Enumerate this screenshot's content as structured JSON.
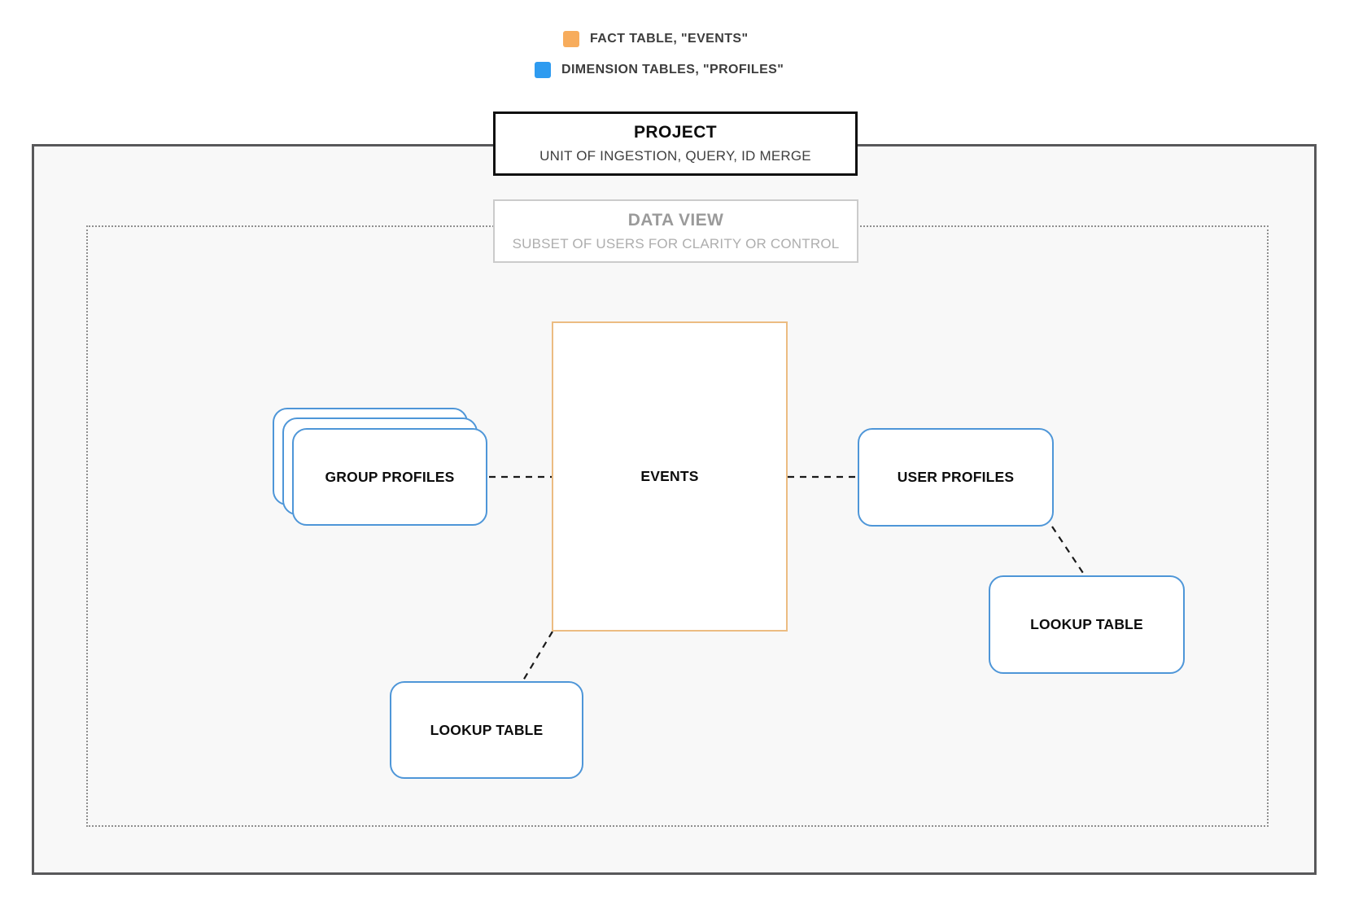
{
  "legend": {
    "items": [
      {
        "id": "fact",
        "label": "FACT TABLE, \"EVENTS\"",
        "swatch": "fact-table-swatch"
      },
      {
        "id": "dimension",
        "label": "DIMENSION TABLES, \"PROFILES\"",
        "swatch": "dimension-tables-swatch"
      }
    ]
  },
  "project": {
    "title": "PROJECT",
    "subtitle": "UNIT OF INGESTION, QUERY, ID MERGE"
  },
  "data_view": {
    "title": "DATA VIEW",
    "subtitle": "SUBSET OF USERS FOR CLARITY OR CONTROL"
  },
  "nodes": {
    "events": {
      "label": "EVENTS",
      "type": "fact"
    },
    "group_profiles": {
      "label": "GROUP PROFILES",
      "type": "dimension",
      "stacked": true
    },
    "user_profiles": {
      "label": "USER PROFILES",
      "type": "dimension"
    },
    "lookup_table_bottom": {
      "label": "LOOKUP TABLE",
      "type": "dimension"
    },
    "lookup_table_right": {
      "label": "LOOKUP TABLE",
      "type": "dimension"
    }
  },
  "colors": {
    "fact_orange": "#F7AC5C",
    "dimension_blue": "#2E9BF0",
    "events_border": "#ECBC82",
    "profile_border": "#4E96D8",
    "connector": "#1A1A1A"
  }
}
